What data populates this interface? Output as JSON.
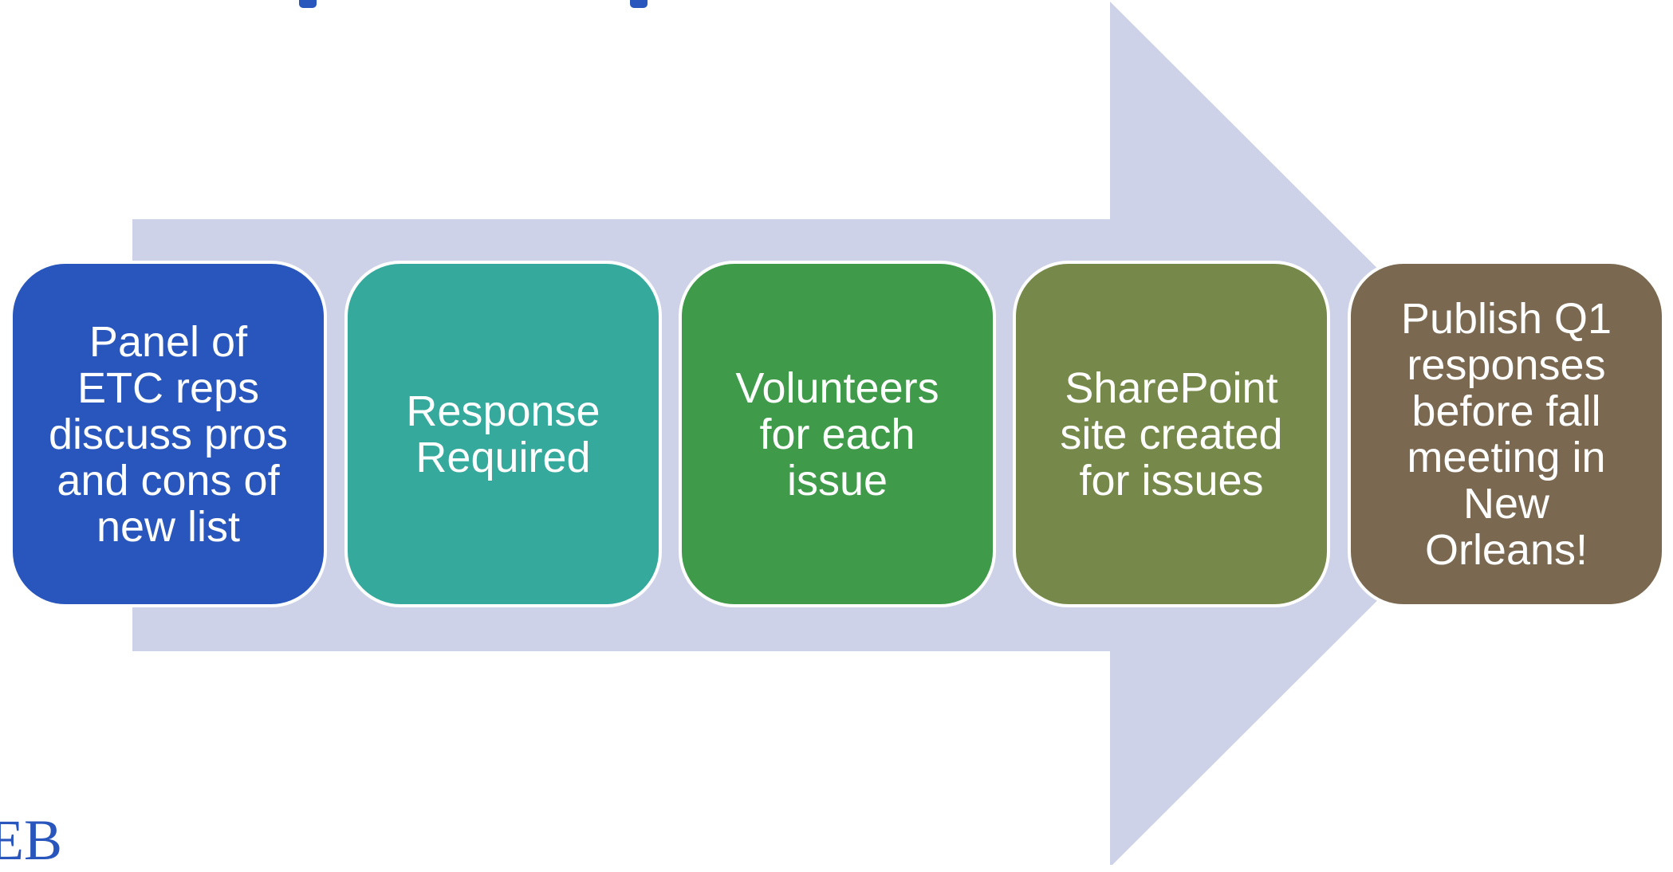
{
  "diagram": {
    "type": "process-arrow",
    "arrow_color": "#cdd2e8",
    "steps": [
      {
        "label": "Panel of\nETC reps\ndiscuss pros\nand cons of\nnew list",
        "color": "#2856bd"
      },
      {
        "label": "Response\nRequired",
        "color": "#36a99d"
      },
      {
        "label": "Volunteers\nfor each\nissue",
        "color": "#3f9a4a"
      },
      {
        "label": "SharePoint\nsite created\nfor issues",
        "color": "#76894a"
      },
      {
        "label": "Publish Q1\nresponses\nbefore fall\nmeeting in\nNew\nOrleans!",
        "color": "#7a6850"
      }
    ]
  },
  "logo": {
    "text": "EB",
    "color": "#2856bd"
  }
}
